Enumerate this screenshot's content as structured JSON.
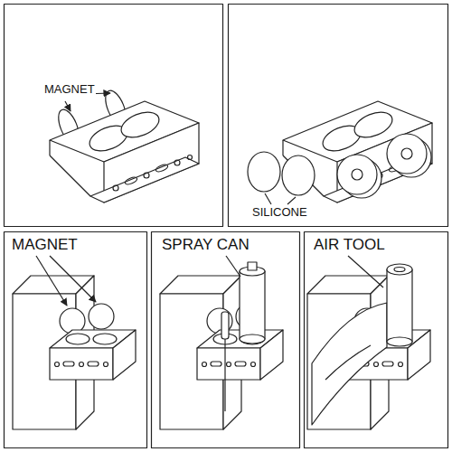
{
  "diagram": {
    "labels": [
      "MAGNET",
      "SILICONE",
      "MAGNET",
      "SPRAY CAN",
      "AIR TOOL"
    ]
  }
}
